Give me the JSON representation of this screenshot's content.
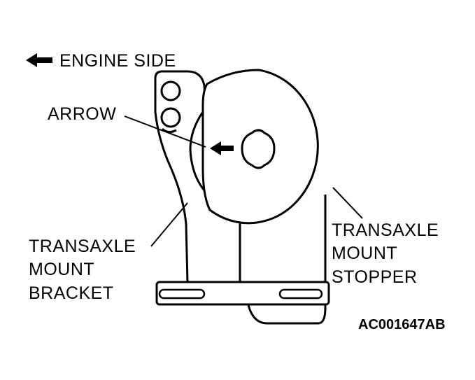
{
  "labels": {
    "engine_side": "ENGINE SIDE",
    "arrow": "ARROW",
    "bracket": [
      "TRANSAXLE",
      "MOUNT",
      "BRACKET"
    ],
    "stopper": [
      "TRANSAXLE",
      "MOUNT",
      "STOPPER"
    ],
    "code": "AC001647AB"
  },
  "colors": {
    "ink": "#000000",
    "paper": "#ffffff"
  },
  "icons": {
    "direction_arrow": "left-arrow-icon"
  }
}
